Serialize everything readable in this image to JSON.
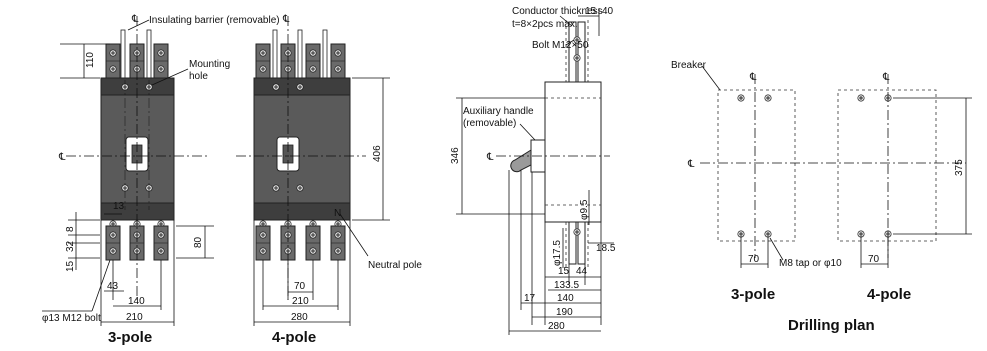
{
  "labels": {
    "insulating_barrier": "Insulating barrier (removable)",
    "mounting_hole_1": "Mounting",
    "mounting_hole_2": "hole",
    "neutral_pole": "Neutral pole",
    "bolt_note": "φ13 M12 bolt",
    "conductor_1": "Conductor thickness",
    "conductor_2": "t=8×2pcs max.",
    "bolt_m12": "Bolt M12×50",
    "aux_1": "Auxiliary handle",
    "aux_2": "(removable)",
    "breaker": "Breaker",
    "tap_note": "M8 tap or φ10",
    "centerline": "℄",
    "n_mark": "N"
  },
  "dimensions": {
    "d110": "110",
    "d13": "13",
    "d8": "8",
    "d32": "32",
    "d15": "15",
    "d43": "43",
    "d140": "140",
    "d210": "210",
    "d80": "80",
    "d406": "406",
    "d70": "70",
    "d280": "280",
    "d15s": "15",
    "d40": "40",
    "d346": "346",
    "d9_5": "φ9.5",
    "d17_5": "φ17.5",
    "d18_5": "18.5",
    "d44": "44",
    "d133_5": "133.5",
    "d17": "17",
    "d190": "190",
    "d375": "375"
  },
  "captions": {
    "three_pole": "3-pole",
    "four_pole": "4-pole",
    "drill_three_pole": "3-pole",
    "drill_four_pole": "4-pole",
    "drilling_plan": "Drilling plan"
  }
}
